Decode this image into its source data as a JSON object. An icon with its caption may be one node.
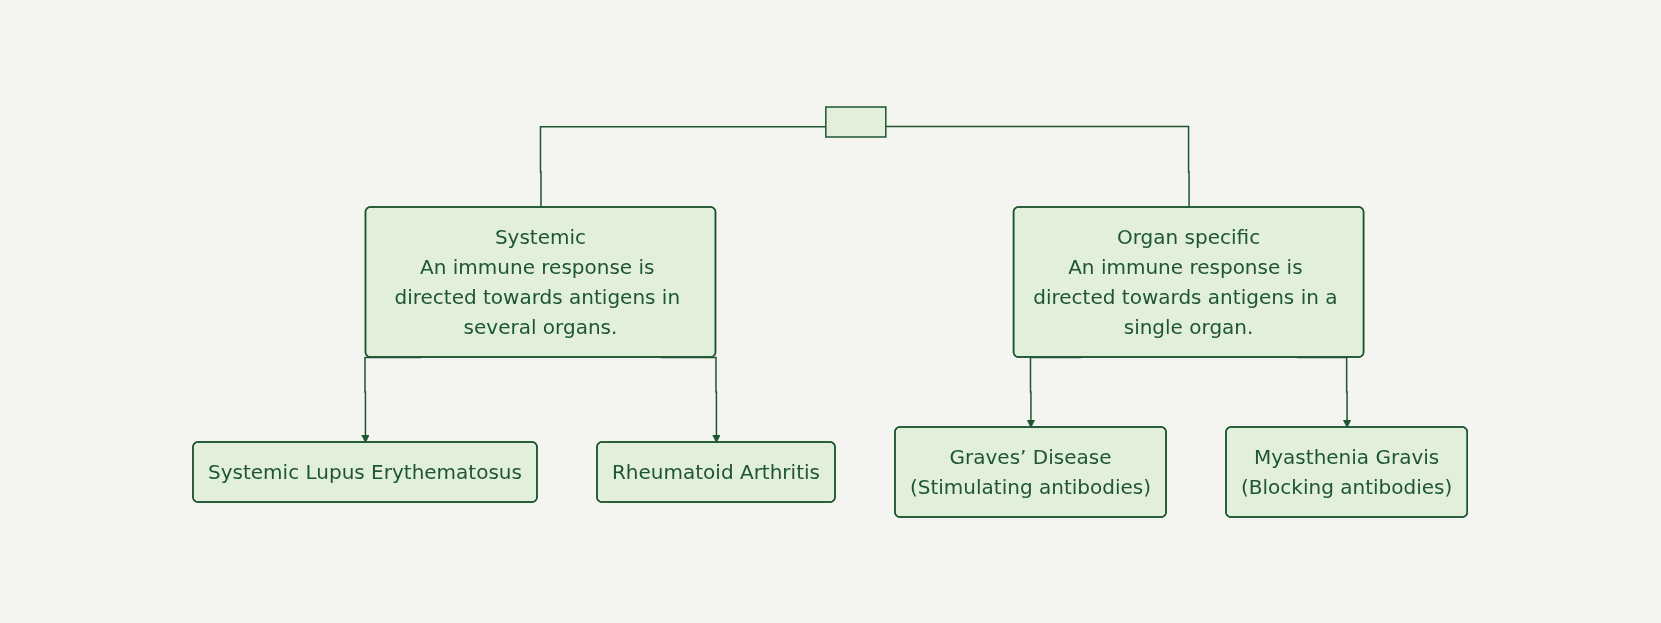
{
  "diagram": {
    "nodes": [
      {
        "text": [],
        "shape": "box"
      },
      {
        "text": [
          "Systemic",
          "An immune response is directed towards antigens in several organs."
        ]
      },
      {
        "text": [
          "Organ specific",
          "An immune response is directed towards antigens in a single organ."
        ]
      },
      {
        "text": [
          "Systemic Lupus Erythematosus"
        ]
      },
      {
        "text": [
          "Rheumatoid Arthritis"
        ]
      },
      {
        "text": [
          "Graves’ Disease",
          "(Stimulating  antibodies)"
        ]
      },
      {
        "text": [
          "Myasthenia Gravis",
          "(Blocking  antibodies)"
        ]
      }
    ],
    "edges": [
      {
        "from": 0,
        "to": 1,
        "arrow": "none"
      },
      {
        "from": 0,
        "to": 2,
        "arrow": "none"
      },
      {
        "from": 1,
        "to": 3,
        "arrow": "to"
      },
      {
        "from": 1,
        "to": 4,
        "arrow": "to"
      },
      {
        "from": 2,
        "to": 5,
        "arrow": "to"
      },
      {
        "from": 2,
        "to": 6,
        "arrow": "to"
      }
    ]
  }
}
